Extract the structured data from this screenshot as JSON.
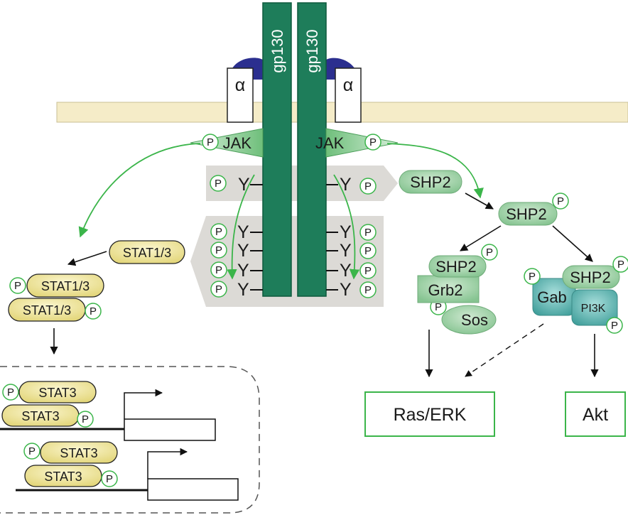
{
  "receptor": {
    "chain_label": "gp130",
    "alpha_label": "α"
  },
  "kinase": {
    "label": "JAK"
  },
  "residue": {
    "tyrosine": "Y",
    "phospho": "P"
  },
  "proteins": {
    "shp2": "SHP2",
    "grb2": "Grb2",
    "sos": "Sos",
    "gab": "Gab",
    "pi3k": "PI3K",
    "stat13": "STAT1/3",
    "stat3": "STAT3"
  },
  "outputs": {
    "ras_erk": "Ras/ERK",
    "akt": "Akt"
  },
  "colors": {
    "gp130": "#1e7d5a",
    "membrane": "#f5ecc8",
    "alpha_cap": "#2b2f8f",
    "jak": "#8fcc98",
    "shp2": "#a8d5ad",
    "gab_pi3k": "#5fb7b3",
    "stat": "#f0e79a",
    "arrow_green": "#3bb54a",
    "shade": "#dcdad6",
    "p_border": "#3bb54a"
  }
}
